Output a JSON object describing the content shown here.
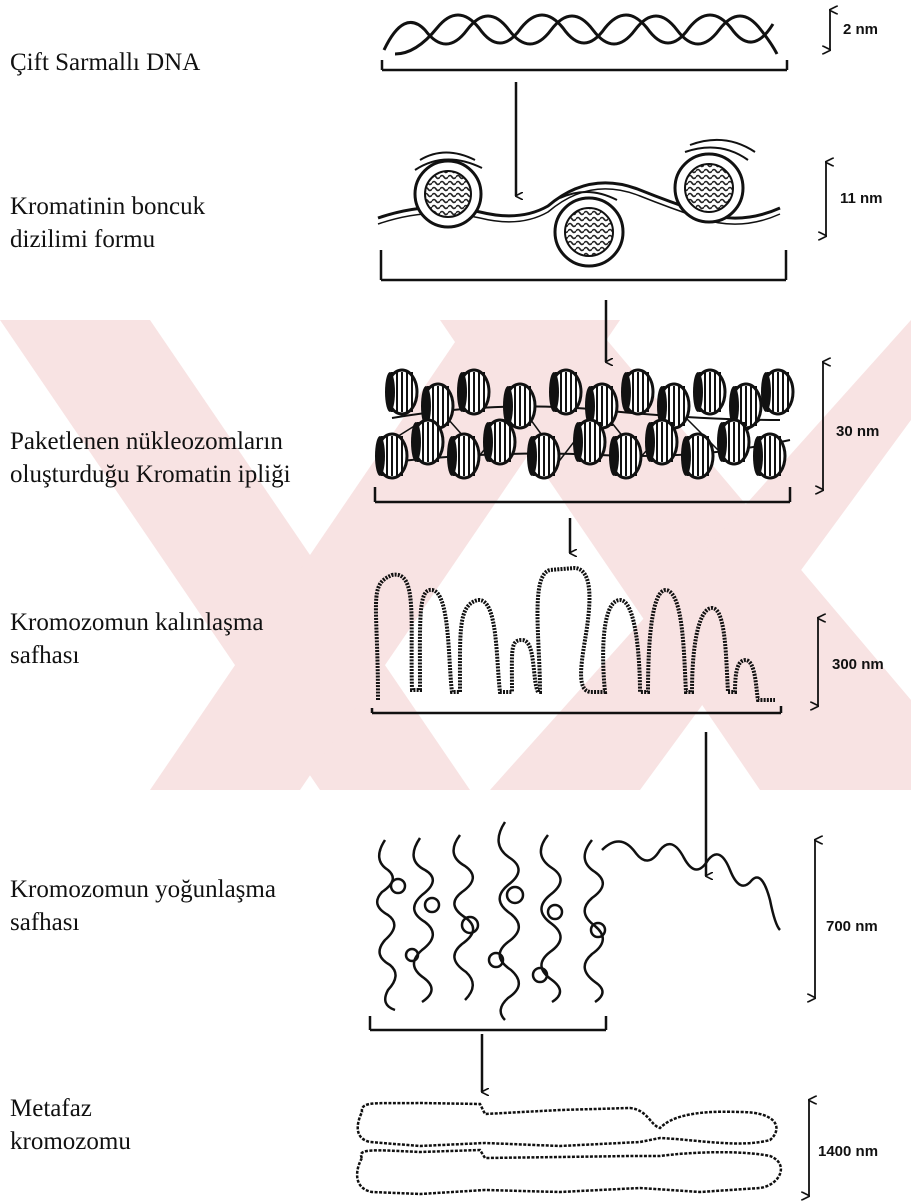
{
  "stages": [
    {
      "id": "dna",
      "label_lines": [
        "Çift Sarmallı DNA"
      ],
      "size": "2 nm"
    },
    {
      "id": "beads",
      "label_lines": [
        "Kromatinin boncuk",
        "dizilimi formu"
      ],
      "size": "11 nm"
    },
    {
      "id": "fiber",
      "label_lines": [
        "Paketlenen nükleozomların",
        "oluşturduğu Kromatin ipliği"
      ],
      "size": "30 nm"
    },
    {
      "id": "loops",
      "label_lines": [
        "Kromozomun kalınlaşma",
        "safhası"
      ],
      "size": "300 nm"
    },
    {
      "id": "condensed",
      "label_lines": [
        "Kromozomun yoğunlaşma",
        "safhası"
      ],
      "size": "700 nm"
    },
    {
      "id": "metaphase",
      "label_lines": [
        "Metafaz",
        "kromozomu"
      ],
      "size": "1400 nm"
    }
  ],
  "colors": {
    "ink": "#111111",
    "watermark": "#f6dddd"
  }
}
